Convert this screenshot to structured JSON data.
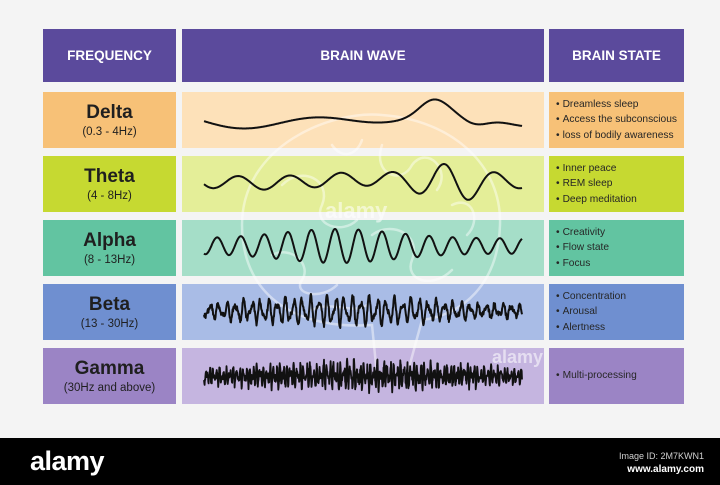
{
  "headers": {
    "frequency": "FREQUENCY",
    "brain_wave": "BRAIN WAVE",
    "brain_state": "BRAIN STATE"
  },
  "colors": {
    "header": "#5b4a9c"
  },
  "rows": [
    {
      "name": "Delta",
      "range": "(0.3 - 4Hz)",
      "label_color": "#f7c177",
      "wave_color": "#fde1b9",
      "state_color": "#f7c177",
      "states": [
        "Dreamless sleep",
        "Access the subconscious",
        "loss of bodily awareness"
      ]
    },
    {
      "name": "Theta",
      "range": "(4 - 8Hz)",
      "label_color": "#c6d931",
      "wave_color": "#e4ee98",
      "state_color": "#c6d931",
      "states": [
        "Inner peace",
        "REM sleep",
        "Deep meditation"
      ]
    },
    {
      "name": "Alpha",
      "range": "(8 - 13Hz)",
      "label_color": "#62c4a1",
      "wave_color": "#a5dec8",
      "state_color": "#62c4a1",
      "states": [
        "Creativity",
        "Flow state",
        "Focus"
      ]
    },
    {
      "name": "Beta",
      "range": "(13 - 30Hz)",
      "label_color": "#6f8fd0",
      "wave_color": "#a9bce6",
      "state_color": "#6f8fd0",
      "states": [
        "Concentration",
        "Arousal",
        "Alertness"
      ]
    },
    {
      "name": "Gamma",
      "range": "(30Hz and above)",
      "label_color": "#9b84c5",
      "wave_color": "#c5b5e0",
      "state_color": "#9b84c5",
      "states": [
        "Multi-processing"
      ]
    }
  ],
  "footer": {
    "brand": "alamy",
    "image_id": "Image ID: 2M7KWN1",
    "url": "www.alamy.com"
  },
  "watermark": "alamy"
}
